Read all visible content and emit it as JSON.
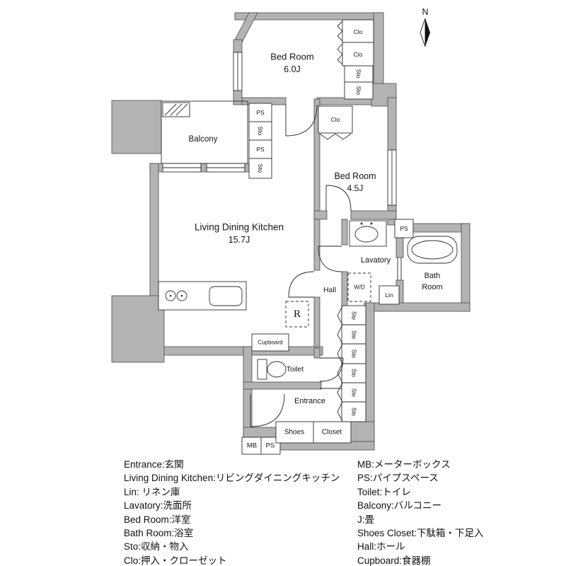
{
  "compass": {
    "north": "N"
  },
  "rooms": {
    "bedroom_top": {
      "name": "Bed Room",
      "size": "6.0J"
    },
    "bedroom_right": {
      "name": "Bed Room",
      "size": "4.5J"
    },
    "ldk": {
      "name": "Living Dining Kitchen",
      "size": "15.7J"
    },
    "balcony": "Balcony",
    "lavatory": "Lavatory",
    "bathroom": {
      "line1": "Bath",
      "line2": "Room"
    },
    "hall": "Hall",
    "toilet": "Toilet",
    "entrance": "Entrance",
    "shoes_closet": {
      "word1": "Shoes",
      "word2": "Closet"
    }
  },
  "fixtures": {
    "clo": "Clo",
    "sto": "Sto",
    "ps": "PS",
    "mb": "MB",
    "lin": "Lin",
    "wd": "W/D",
    "refrigerator": "R",
    "cupboard": "Cupboard"
  },
  "legend": {
    "left": [
      "Entrance:玄関",
      "Living Dining Kitchen:リビングダイニングキッチン",
      "Lin: リネン庫",
      "Lavatory:洗面所",
      "Bed Room:洋室",
      "Bath Room:浴室",
      "Sto:収納・物入",
      "Clo:押入・クローゼット"
    ],
    "right": [
      "MB:メーターボックス",
      "PS:パイプスペース",
      "Toilet:トイレ",
      "Balcony:バルコニー",
      "J:畳",
      "Shoes Closet:下駄箱・下足入",
      "Hall:ホール",
      "Cupboard:食器棚"
    ]
  },
  "colors": {
    "wall_fill": "#b3b3b3",
    "wall_outline": "#4a4a4a",
    "line": "#2e2e2e",
    "text": "#141414"
  }
}
